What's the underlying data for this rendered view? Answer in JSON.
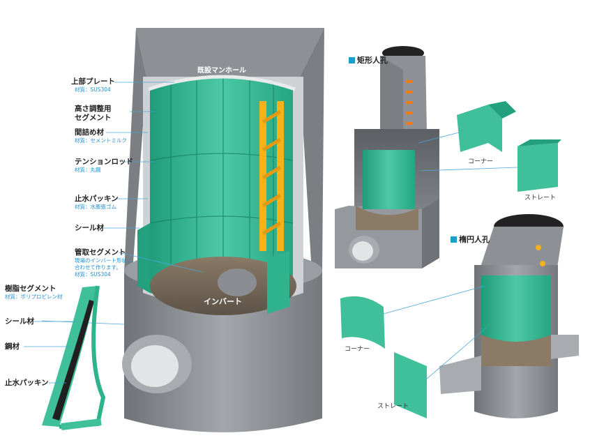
{
  "main_diagram": {
    "title": "既設マンホール",
    "invert_label": "インバート",
    "labels": [
      {
        "id": "top-plate",
        "text": "上部プレート",
        "material": "材質：SUS304"
      },
      {
        "id": "height-adjust",
        "text": "高さ調整用\nセグメント",
        "material": ""
      },
      {
        "id": "filler",
        "text": "間詰め材",
        "material": "材質：セメントミルク"
      },
      {
        "id": "tension-rod",
        "text": "テンションロッド",
        "material": "材質：丸鋼"
      },
      {
        "id": "water-stop",
        "text": "止水パッキン",
        "material": "材質：水膨張ゴム"
      },
      {
        "id": "seal",
        "text": "シール材",
        "material": ""
      },
      {
        "id": "pipe-segment",
        "text": "管取セグメント",
        "material": "現場のインバート形状に\n合わせて作ります。\n材質：SUS304"
      }
    ]
  },
  "cross_section": {
    "labels": [
      {
        "id": "resin-segment",
        "text": "樹脂セグメント",
        "material": "材質：ポリプロピレン材"
      },
      {
        "id": "seal",
        "text": "シール材",
        "material": ""
      },
      {
        "id": "steel",
        "text": "鋼材",
        "material": ""
      },
      {
        "id": "water-stop",
        "text": "止水パッキン",
        "material": ""
      }
    ]
  },
  "rect_manhole": {
    "title": "矩形人孔",
    "corner_label": "コーナー",
    "straight_label": "ストレート"
  },
  "oval_manhole": {
    "title": "楕円人孔",
    "corner_label": "コーナー",
    "straight_label": "ストレート"
  },
  "colors": {
    "concrete": "#8c8f93",
    "segment": "#3fbf9a",
    "segment_dark": "#23a07d",
    "rod": "#f2b21c",
    "accent": "#1aa0c8"
  }
}
